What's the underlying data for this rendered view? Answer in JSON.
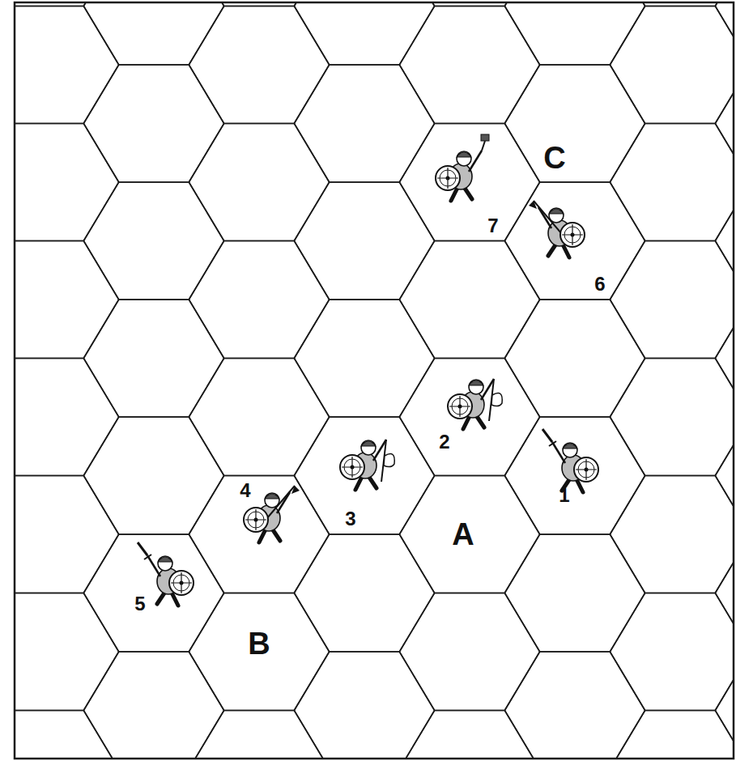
{
  "diagram": {
    "labels": [
      "C",
      "7",
      "6",
      "2",
      "4",
      "3",
      "1",
      "A",
      "5",
      "B"
    ]
  }
}
